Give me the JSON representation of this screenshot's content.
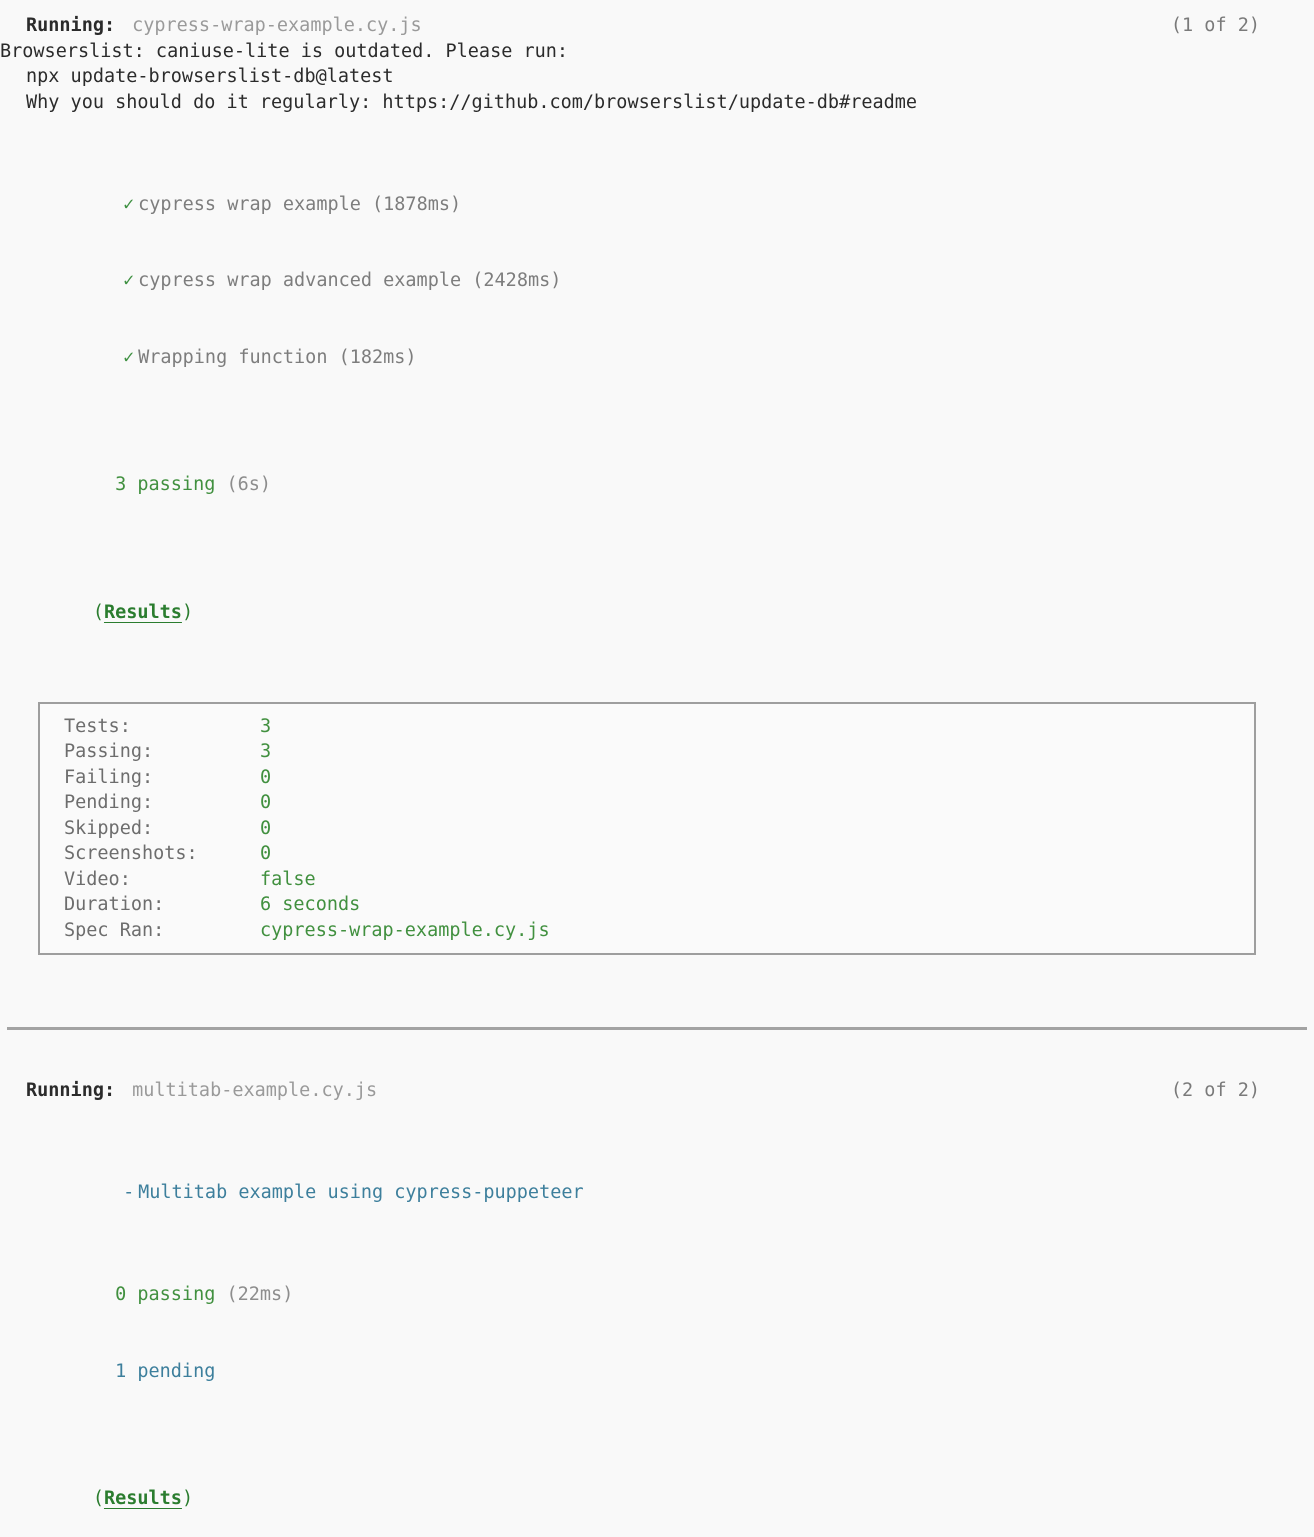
{
  "terminal": {
    "background_color": "#f9f9f9",
    "accent_green": "#41903f",
    "accent_blue": "#3d7f9c",
    "text_color": "#2b2b2b",
    "dim_color": "#8d8d8d"
  },
  "specs": [
    {
      "running_label": "Running:",
      "spec_file": "cypress-wrap-example.cy.js",
      "progress": "(1 of 2)",
      "warning_lines": [
        "Browserslist: caniuse-lite is outdated. Please run:",
        "npx update-browserslist-db@latest",
        "Why you should do it regularly: https://github.com/browserslist/update-db#readme"
      ],
      "tests": [
        {
          "marker": "✓",
          "state": "passed",
          "title": "cypress wrap example",
          "duration": "(1878ms)"
        },
        {
          "marker": "✓",
          "state": "passed",
          "title": "cypress wrap advanced example",
          "duration": "(2428ms)"
        },
        {
          "marker": "✓",
          "state": "passed",
          "title": "Wrapping function",
          "duration": "(182ms)"
        }
      ],
      "summary": [
        {
          "count": "3 passing",
          "state": "passing",
          "duration": "(6s)"
        }
      ],
      "results_heading": {
        "open": "(",
        "word": "Results",
        "close": ")"
      },
      "results_rows": [
        {
          "key": "Tests:",
          "value": "3"
        },
        {
          "key": "Passing:",
          "value": "3"
        },
        {
          "key": "Failing:",
          "value": "0"
        },
        {
          "key": "Pending:",
          "value": "0"
        },
        {
          "key": "Skipped:",
          "value": "0"
        },
        {
          "key": "Screenshots:",
          "value": "0"
        },
        {
          "key": "Video:",
          "value": "false"
        },
        {
          "key": "Duration:",
          "value": "6 seconds"
        },
        {
          "key": "Spec Ran:",
          "value": "cypress-wrap-example.cy.js"
        }
      ]
    },
    {
      "running_label": "Running:",
      "spec_file": "multitab-example.cy.js",
      "progress": "(2 of 2)",
      "warning_lines": [],
      "tests": [
        {
          "marker": "-",
          "state": "pending",
          "title": "Multitab example using cypress-puppeteer",
          "duration": ""
        }
      ],
      "summary": [
        {
          "count": "0 passing",
          "state": "passing",
          "duration": "(22ms)"
        },
        {
          "count": "1 pending",
          "state": "pending",
          "duration": ""
        }
      ],
      "results_heading": {
        "open": "(",
        "word": "Results",
        "close": ")"
      },
      "results_rows": []
    }
  ]
}
